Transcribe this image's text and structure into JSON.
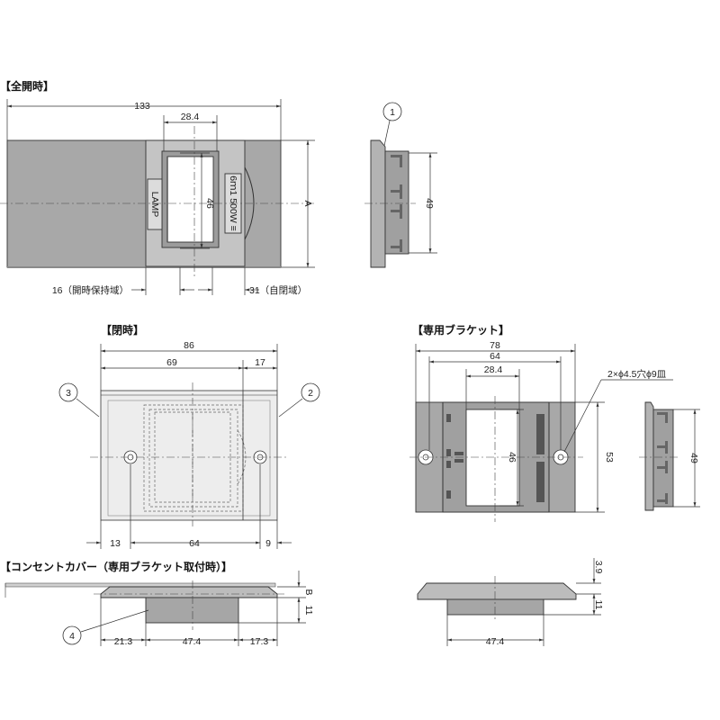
{
  "sections": {
    "full_open": "【全開時】",
    "closed": "【閉時】",
    "bracket": "【専用ブラケット】",
    "cover": "【コンセントカバー（専用ブラケット取付時）】"
  },
  "dims": {
    "d133": "133",
    "d28_4a": "28.4",
    "d46a": "46",
    "dA": "A",
    "d16": "16（開時保持域）",
    "d31": "31（自閉域）",
    "d49a": "49",
    "d86": "86",
    "d69": "69",
    "d17": "17",
    "d13": "13",
    "d64a": "64",
    "d9": "9",
    "d78": "78",
    "d64b": "64",
    "d28_4b": "28.4",
    "d46b": "46",
    "d53": "53",
    "d49b": "49",
    "hole": "2×ϕ4.5穴ϕ9皿",
    "d21_3": "21.3",
    "d47_4a": "47.4",
    "d17_3": "17.3",
    "dB": "B",
    "d11a": "11",
    "d3_9": "3.9",
    "d11b": "11",
    "d47_4b": "47.4"
  },
  "callouts": {
    "c1": "1",
    "c2": "2",
    "c3": "3",
    "c4": "4"
  },
  "labels": {
    "lamp": "LAMP",
    "rating": "6ｍ1 500W ≡"
  },
  "colors": {
    "body": "#a6a6a6",
    "face": "#bdbdbd",
    "dark": "#7a7a7a",
    "line": "#333333"
  }
}
